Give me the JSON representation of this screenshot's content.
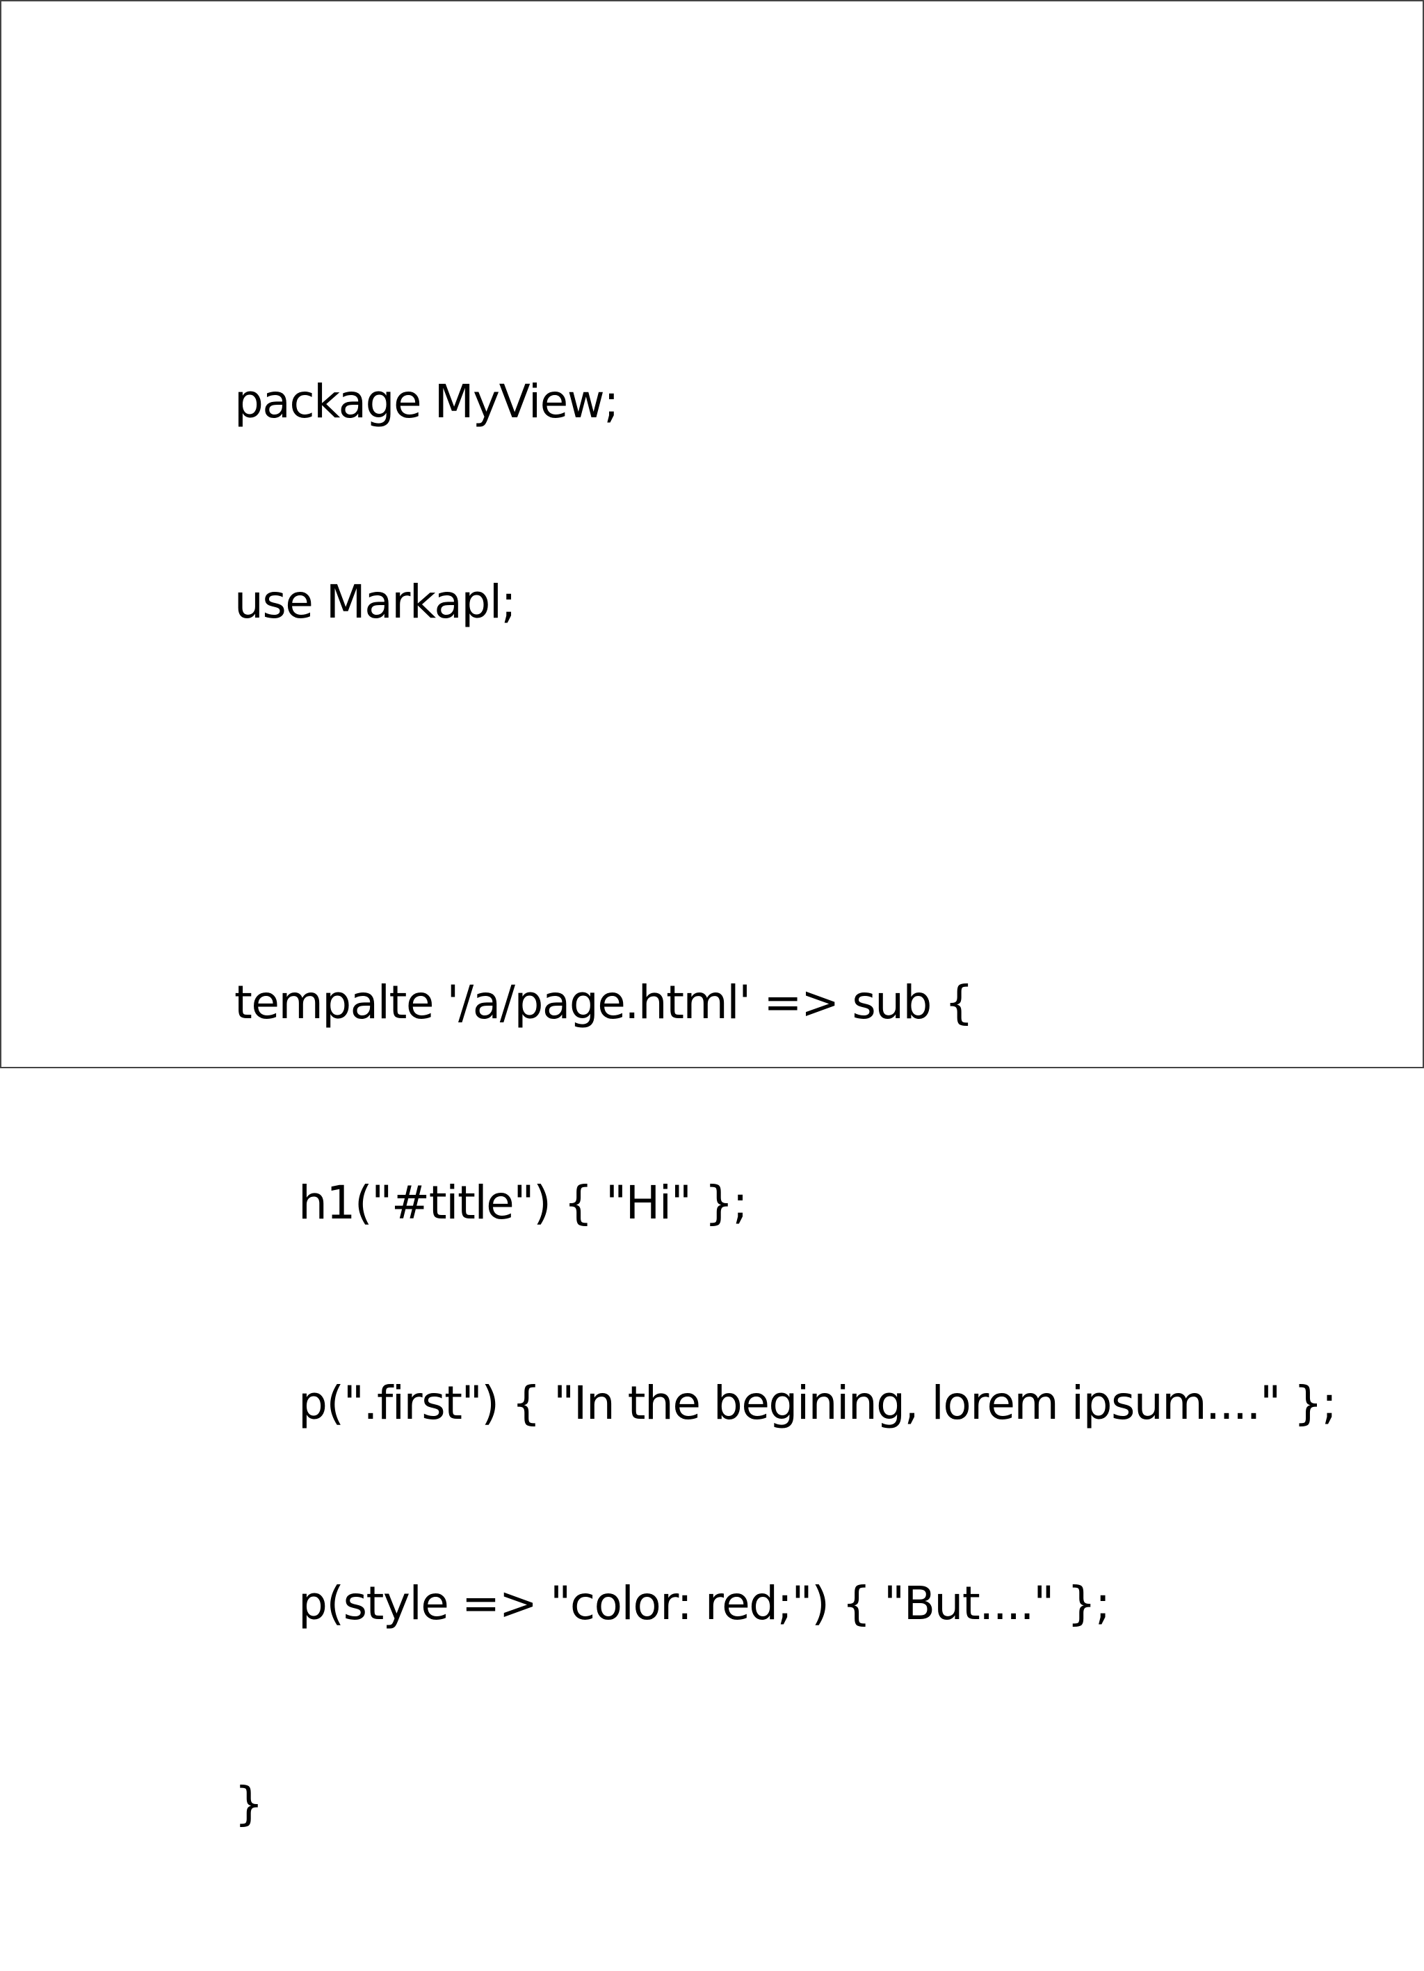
{
  "slide": {
    "lines": [
      "package MyView;",
      "use Markapl;",
      "",
      "tempalte '/a/page.html' => sub {",
      "h1(\"#title\") { \"Hi\" };",
      "p(\".first\") { \"In the begining, lorem ipsum....\" };",
      "p(style => \"color: red;\") { \"But....\" };",
      "}"
    ]
  }
}
